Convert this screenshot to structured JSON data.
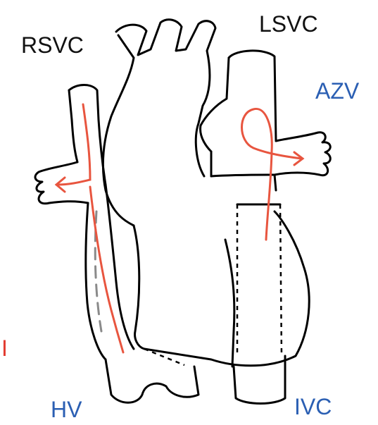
{
  "labels": {
    "rsvc": "RSVC",
    "lsvc": "LSVC",
    "azv": "AZV",
    "hv": "HV",
    "ivc": "IVC",
    "left_mark": "I"
  },
  "colors": {
    "black_label": "#111111",
    "blue_label": "#2b5fb3",
    "flow_red": "#e8553f",
    "left_mark_red": "#e23b30",
    "grey_dash": "#8a8a8a"
  }
}
